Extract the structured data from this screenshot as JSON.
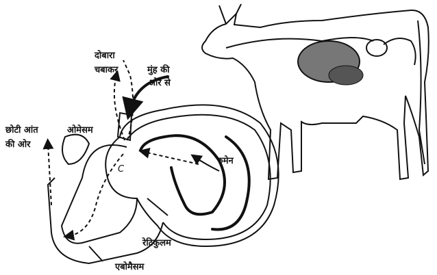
{
  "labels": {
    "rechew": "दोबारा",
    "rechew2": "चबाकर",
    "from_mouth": "मुंह की",
    "from_mouth2": "ओर से",
    "to_small_intestine": "छोटी आंत",
    "to_small_intestine2": "की ओर",
    "omasum": "ओमेसम",
    "rumen": "रुमेन",
    "reticulum": "रेटिकुलम",
    "abomasum": "एबोमैसम",
    "c_mark": "C"
  }
}
